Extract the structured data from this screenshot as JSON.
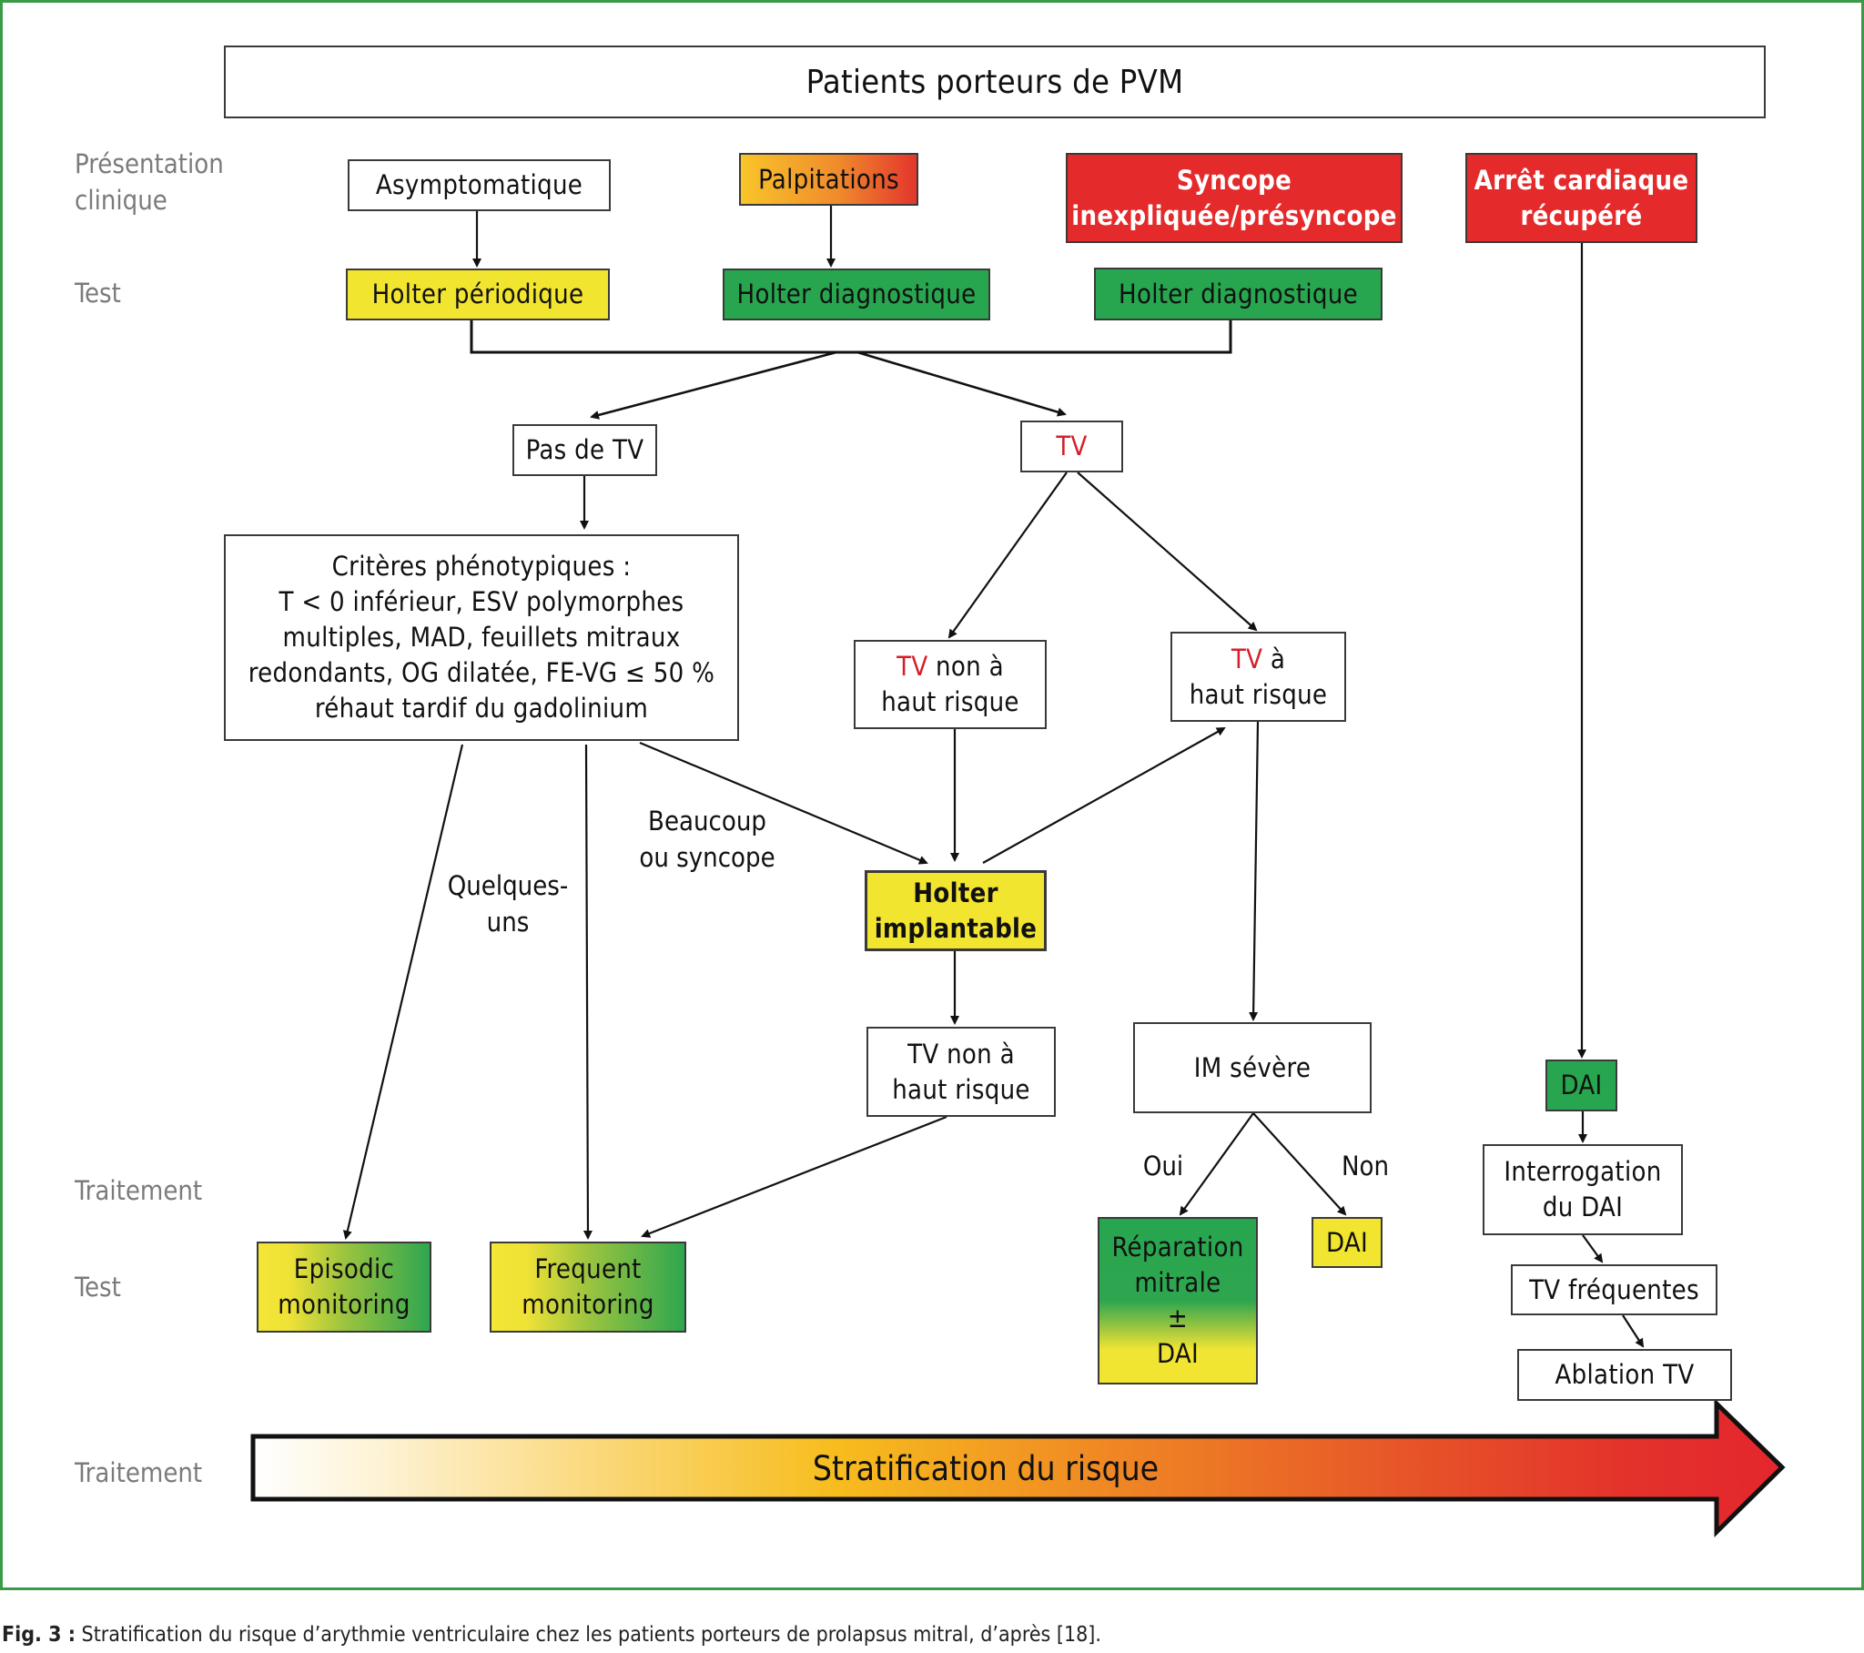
{
  "figure": {
    "title": "Patients porteurs de PVM",
    "row_labels": {
      "presentation": "Présentation\nclinique",
      "test_top": "Test",
      "traitement_mid": "Traitement",
      "test_bottom": "Test",
      "traitement_bottom": "Traitement"
    },
    "presentations": {
      "asymptomatique": "Asymptomatique",
      "palpitations": "Palpitations",
      "syncope": "Syncope\ninexpliquée/présyncope",
      "arret": "Arrêt cardiaque\nrécupéré"
    },
    "tests": {
      "holter_periodique": "Holter périodique",
      "holter_diag_1": "Holter diagnostique",
      "holter_diag_2": "Holter diagnostique"
    },
    "nodes": {
      "pas_de_tv": "Pas de TV",
      "tv": "TV",
      "criteres": "Critères phénotypiques :\nT < 0 inférieur, ESV polymorphes\nmultiples, MAD, feuillets mitraux\nredondants, OG dilatée, FE-VG ≤ 50 %\nréhaut tardif du gadolinium",
      "tv_non_haut_risque": {
        "tv": "TV",
        "rest": " non à",
        "line2": "haut risque"
      },
      "tv_haut_risque": {
        "tv": "TV",
        "rest": " à",
        "line2": "haut risque"
      },
      "holter_implantable": "Holter\nimplantable",
      "tv_non_haut_risque_2": "TV non à\nhaut risque",
      "im_severe": "IM sévère",
      "reparation": "Réparation\nmitrale\n±\nDAI",
      "dai_yellow": "DAI",
      "dai_green": "DAI",
      "interrogation": "Interrogation\ndu DAI",
      "tv_frequentes": "TV fréquentes",
      "ablation": "Ablation TV",
      "episodic": "Episodic\nmonitoring",
      "frequent": "Frequent\nmonitoring"
    },
    "edge_labels": {
      "quelques_uns": "Quelques-\nuns",
      "beaucoup": "Beaucoup\nou syncope",
      "oui": "Oui",
      "non": "Non"
    },
    "risk_arrow_label": "Stratification du risque",
    "caption": {
      "prefix": "Fig. 3 :",
      "text": " Stratification du risque d’arythmie ventriculaire chez les patients porteurs de prolapsus mitral, d’après [18]."
    },
    "colors": {
      "frame_green": "#3a9a48",
      "yellow": "#f2e530",
      "green": "#27a64f",
      "red": "#e42a2b",
      "label_grey": "#7b7b7b",
      "tv_red": "#d41f2b"
    }
  }
}
